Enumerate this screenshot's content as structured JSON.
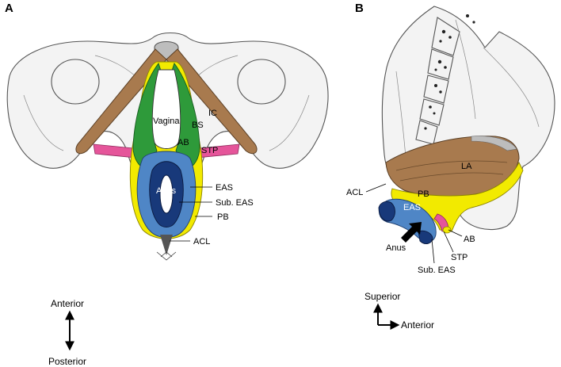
{
  "panels": {
    "a": {
      "letter": "A",
      "labels": {
        "vagina": "Vagina",
        "ic": "IC",
        "bs": "BS",
        "ab": "AB",
        "stp": "STP",
        "anus": "Anus",
        "eas": "EAS",
        "sub_eas": "Sub. EAS",
        "pb": "PB",
        "acl": "ACL"
      },
      "orientation": {
        "top": "Anterior",
        "bottom": "Posterior"
      }
    },
    "b": {
      "letter": "B",
      "labels": {
        "la": "LA",
        "acl": "ACL",
        "pb": "PB",
        "eas": "EAS",
        "anus": "Anus",
        "ab": "AB",
        "stp": "STP",
        "sub_eas": "Sub. EAS"
      },
      "orientation": {
        "up": "Superior",
        "right": "Anterior"
      }
    }
  },
  "colors": {
    "levator_ani": "#a87a4e",
    "bulbospongiosus": "#2e9a3a",
    "perineal_body": "#f2ea00",
    "transverse_perineal": "#e5559a",
    "external_anal_sphincter": "#4f86c6",
    "subcutaneous_eas": "#18397a",
    "coccyx_cap": "#bdbdbd"
  }
}
